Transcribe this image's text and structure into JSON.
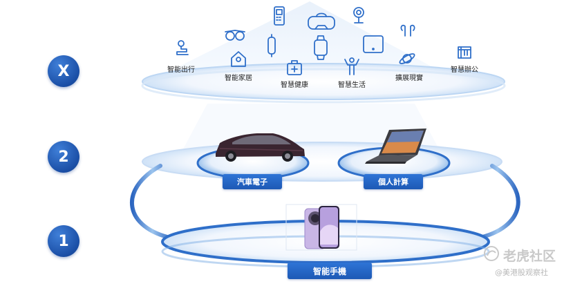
{
  "tiers": {
    "x": {
      "badge": "X"
    },
    "two": {
      "badge": "2",
      "auto_tag": "汽車電子",
      "pc_tag": "個人計算"
    },
    "one": {
      "badge": "1",
      "phone_tag": "智能手機"
    }
  },
  "scenarios": {
    "mobility": "智能出行",
    "home": "智能家居",
    "health": "智慧健康",
    "life": "智慧生活",
    "xr": "擴展現實",
    "office": "智慧辦公"
  },
  "watermark": {
    "brand": "老虎社区",
    "handle": "@美港股观察社"
  },
  "colors": {
    "accent": "#1d59b5",
    "icon_stroke": "#2f6fc9",
    "ring": "#9cc4ee"
  }
}
